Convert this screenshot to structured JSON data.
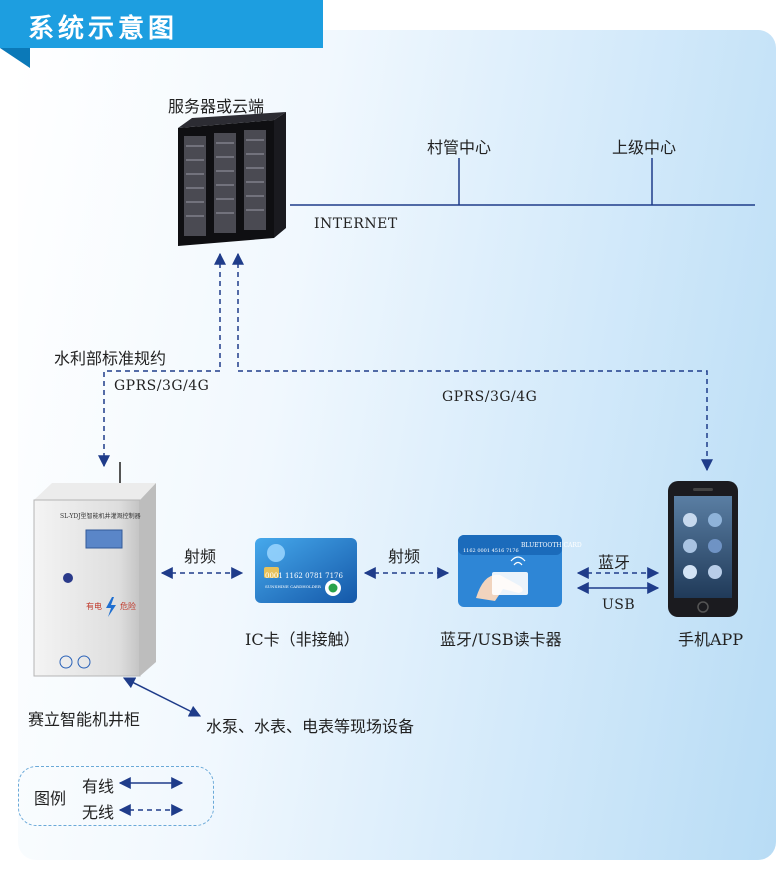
{
  "header": {
    "title": "系统示意图"
  },
  "nodes": {
    "server": "服务器或云端",
    "village": "村管中心",
    "superior": "上级中心",
    "internet": "INTERNET",
    "cabinet": "赛立智能机井柜",
    "ic_card": "IC卡（非接触）",
    "reader": "蓝牙/USB读卡器",
    "phone": "手机APP",
    "field_devices": "水泵、水表、电表等现场设备"
  },
  "links": {
    "protocol": "水利部标准规约",
    "gprs_left": "GPRS/3G/4G",
    "gprs_right": "GPRS/3G/4G",
    "rf_left": "射频",
    "rf_right": "射频",
    "bluetooth": "蓝牙",
    "usb": "USB"
  },
  "legend": {
    "title": "图例",
    "wired": "有线",
    "wireless": "无线"
  },
  "device_text": {
    "cabinet_plate": "SL-YDJ型智能机井灌溉控制器",
    "cabinet_has_power": "有电",
    "cabinet_danger": "危险",
    "card_number": "0001 1162 0781 7176",
    "card_holder": "SUNSHINE CARDHOLDER",
    "reader_brand": "BLUETOOTH CARD",
    "reader_number": "1162 0001 4516 7176"
  },
  "colors": {
    "accent": "#1d9ee0",
    "line": "#1f3c8a"
  }
}
